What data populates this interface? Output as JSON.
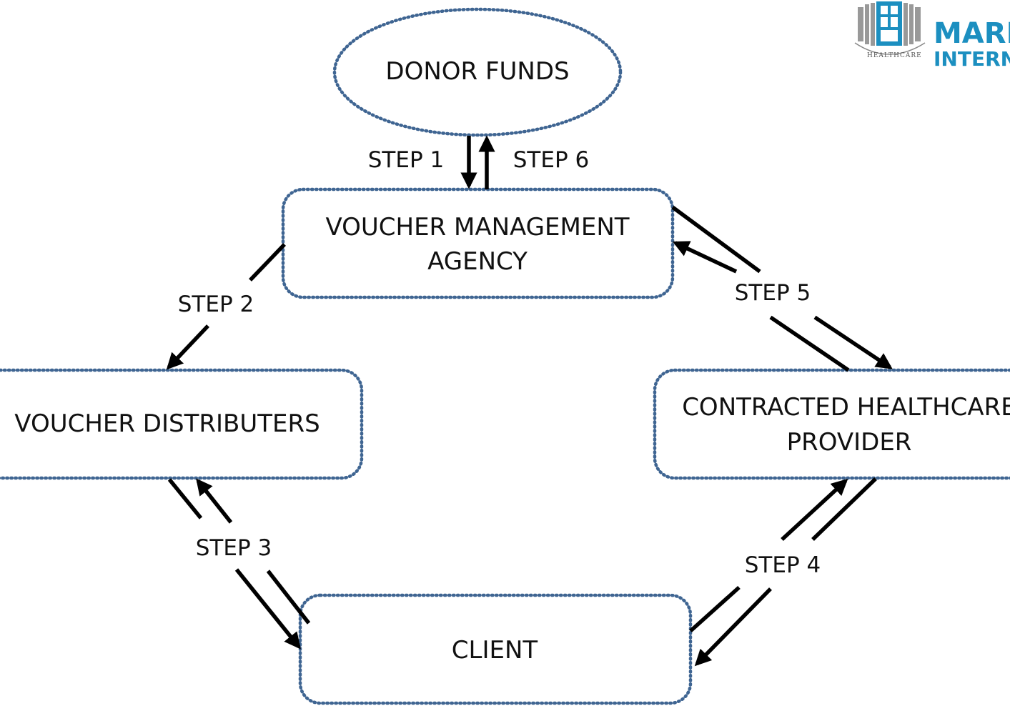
{
  "nodes": {
    "donor": "DONOR FUNDS",
    "agency_line1": "VOUCHER MANAGEMENT",
    "agency_line2": "AGENCY",
    "distributers": "VOUCHER DISTRIBUTERS",
    "provider_line1": "CONTRACTED HEALTHCARE",
    "provider_line2": "PROVIDER",
    "client": "CLIENT"
  },
  "steps": {
    "step1": "STEP 1",
    "step2": "STEP 2",
    "step3": "STEP 3",
    "step4": "STEP 4",
    "step5": "STEP 5",
    "step6": "STEP 6"
  },
  "logo": {
    "name_line1": "MARIE",
    "name_line2": "INTERN",
    "arc_text": "HEALTHCARE",
    "icon": "door-icon",
    "color": "#1c8fc0"
  },
  "colors": {
    "box_border": "#3f6592",
    "arrow": "#000000",
    "text": "#111111"
  }
}
